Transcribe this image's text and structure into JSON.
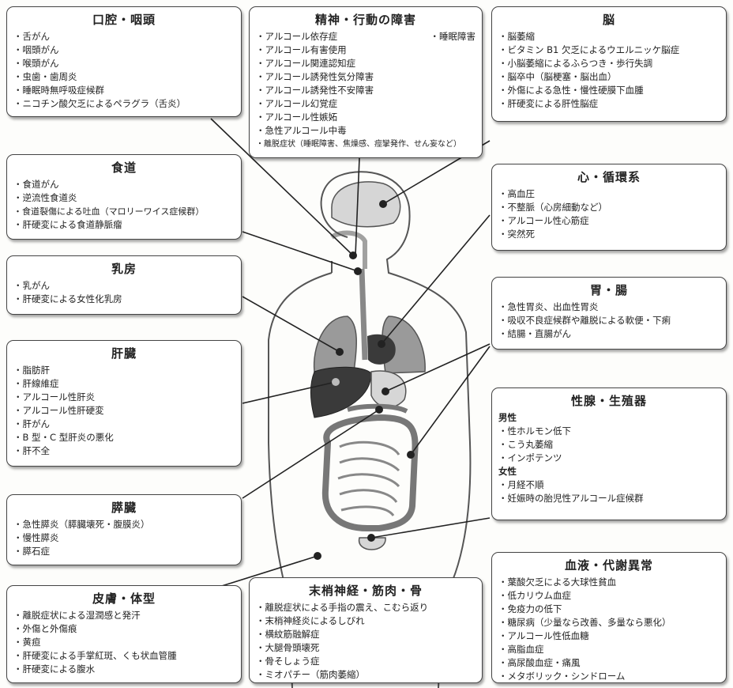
{
  "boxes": {
    "mouth": {
      "title": "口腔・咽頭",
      "items": [
        "舌がん",
        "咽頭がん",
        "喉頭がん",
        "虫歯・歯周炎",
        "睡眠時無呼吸症候群",
        "ニコチン酸欠乏によるペラグラ（舌炎）"
      ]
    },
    "mental": {
      "title": "精神・行動の障害",
      "items": [
        "アルコール依存症",
        "アルコール有害使用",
        "アルコール関連認知症",
        "アルコール誘発性気分障害",
        "アルコール誘発性不安障害",
        "アルコール幻覚症",
        "アルコール性嫉妬",
        "急性アルコール中毒",
        "離脱症状（睡眠障害、焦燥感、痙攣発作、せん妄など）"
      ],
      "extra": "睡眠障害"
    },
    "brain": {
      "title": "脳",
      "items": [
        "脳萎縮",
        "ビタミン B1 欠乏によるウエルニッケ脳症",
        "小脳萎縮によるふらつき・歩行失調",
        "脳卒中（脳梗塞・脳出血）",
        "外傷による急性・慢性硬膜下血腫",
        "肝硬変による肝性脳症"
      ]
    },
    "esophagus": {
      "title": "食道",
      "items": [
        "食道がん",
        "逆流性食道炎",
        "食道裂傷による吐血（マロリーワイス症候群）",
        "肝硬変による食道静脈瘤"
      ]
    },
    "heart": {
      "title": "心・循環系",
      "items": [
        "高血圧",
        "不整脈（心房細動など）",
        "アルコール性心筋症",
        "突然死"
      ]
    },
    "breast": {
      "title": "乳房",
      "items": [
        "乳がん",
        "肝硬変による女性化乳房"
      ]
    },
    "stomach": {
      "title": "胃・腸",
      "items": [
        "急性胃炎、出血性胃炎",
        "吸収不良症候群や離脱による軟便・下痢",
        "結腸・直腸がん"
      ]
    },
    "liver": {
      "title": "肝臓",
      "items": [
        "脂肪肝",
        "肝線維症",
        "アルコール性肝炎",
        "アルコール性肝硬変",
        "肝がん",
        "B 型・C 型肝炎の悪化",
        "肝不全"
      ]
    },
    "gonad": {
      "title": "性腺・生殖器",
      "male_label": "男性",
      "male": [
        "性ホルモン低下",
        "こう丸萎縮",
        "インポテンツ"
      ],
      "female_label": "女性",
      "female": [
        "月経不順",
        "妊娠時の胎児性アルコール症候群"
      ]
    },
    "pancreas": {
      "title": "膵臓",
      "items": [
        "急性膵炎（膵臓壊死・腹膜炎）",
        "慢性膵炎",
        "膵石症"
      ]
    },
    "blood": {
      "title": "血液・代謝異常",
      "items": [
        "葉酸欠乏による大球性貧血",
        "低カリウム血症",
        "免疫力の低下",
        "糖尿病（少量なら改善、多量なら悪化）",
        "アルコール性低血糖",
        "高脂血症",
        "高尿酸血症・痛風",
        "メタボリック・シンドローム"
      ]
    },
    "skin": {
      "title": "皮膚・体型",
      "items": [
        "離脱症状による湿潤感と発汗",
        "外傷と外傷痕",
        "黄疸",
        "肝硬変による手掌紅斑、くも状血管腫",
        "肝硬変による腹水"
      ]
    },
    "nerve": {
      "title": "末梢神経・筋肉・骨",
      "items": [
        "離脱症状による手指の震え、こむら返り",
        "末梢神経炎によるしびれ",
        "横紋筋融解症",
        "大腿骨頭壊死",
        "骨そしょう症",
        "ミオパチー（筋肉萎縮）"
      ]
    }
  },
  "colors": {
    "organ_dark": "#3a3a3a",
    "organ_mid": "#9a9a9a",
    "organ_light": "#d6d6d6",
    "line": "#222222"
  }
}
